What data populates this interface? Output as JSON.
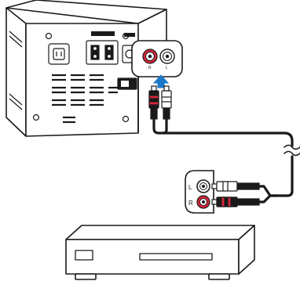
{
  "labels": {
    "stereo_jack_left": "L",
    "stereo_jack_right": "R",
    "player_jack_left": "L",
    "player_jack_right": "R"
  },
  "colors": {
    "jack_red": "#d9263a",
    "arrow_blue": "#1e78c8",
    "outline": "#1a1a1a",
    "cable": "#1a1a1a",
    "plug_white": "#ffffff"
  }
}
